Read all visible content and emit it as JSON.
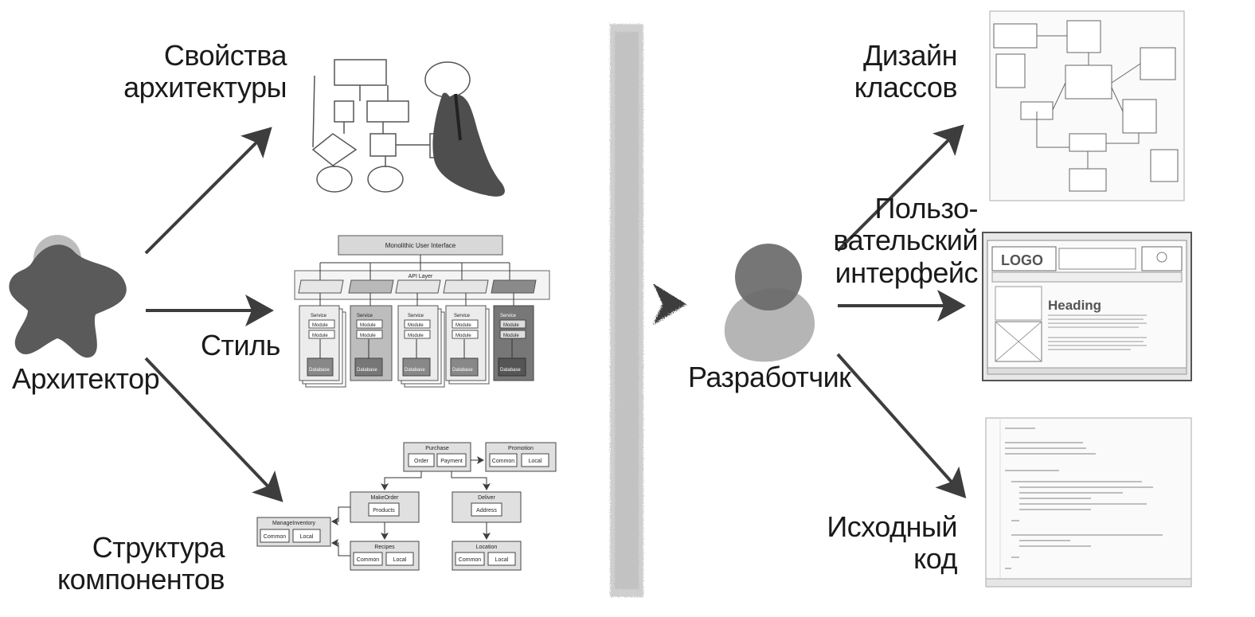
{
  "roles": {
    "architect": "Архитектор",
    "developer": "Разработчик"
  },
  "left_items": {
    "architecture_properties": [
      "Свойства",
      "архитектуры"
    ],
    "style": "Стиль",
    "component_structure": [
      "Структура",
      "компонентов"
    ]
  },
  "right_items": {
    "class_design": [
      "Дизайн",
      "классов"
    ],
    "user_interface": [
      "Пользо-",
      "вательский",
      "интерфейс"
    ],
    "source_code": [
      "Исходный",
      "код"
    ]
  },
  "style_diagram": {
    "ui": "Monolithic User Interface",
    "api": "API Layer",
    "service": "Service",
    "module": "Module",
    "database": "Database"
  },
  "component_diagram": {
    "purchase": "Purchase",
    "order": "Order",
    "payment": "Payment",
    "promotion": "Promotion",
    "common": "Common",
    "local": "Local",
    "make_order": "MakeOrder",
    "products": "Products",
    "deliver": "Deliver",
    "address": "Address",
    "manage_inventory": "ManageInventory",
    "recipes": "Recipes",
    "location": "Location"
  },
  "ui_mock": {
    "logo": "LOGO",
    "heading": "Heading"
  },
  "colors": {
    "arrow": "#3d3d3d",
    "architect_figure": "#5a5a5a",
    "architect_head": "#bdbdbd",
    "developer_head": "#6a6a6a",
    "developer_body": "#b5b5b5",
    "divider": "#c8c8c8"
  }
}
